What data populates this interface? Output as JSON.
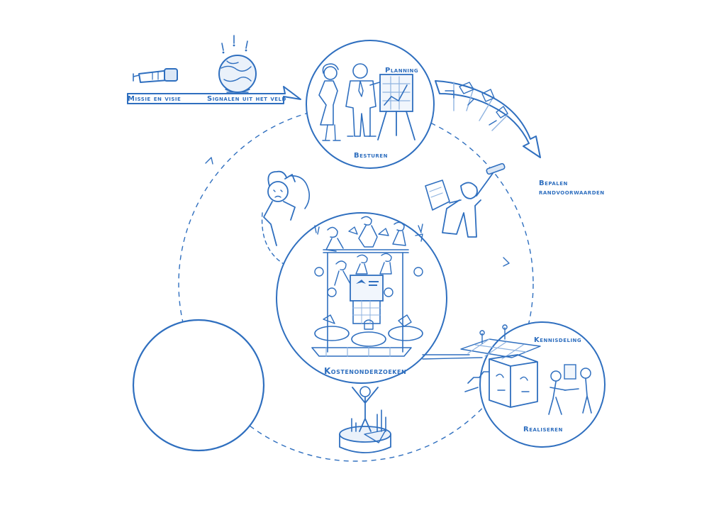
{
  "labels": {
    "missie": "Missie en visie",
    "signalen": "Signalen uit het veld",
    "planning": "Planning",
    "besturen": "Besturen",
    "bepalen_1": "Bepalen",
    "bepalen_2": "randvoorwaarden",
    "kostenonderzoeken": "Kostenonderzoeken",
    "kennisdeling": "Kennisdeling",
    "realiseren": "Realiseren"
  },
  "colors": {
    "ink": "#2f6fbf",
    "ink_light": "#8fb3e0",
    "background": "#ffffff"
  }
}
